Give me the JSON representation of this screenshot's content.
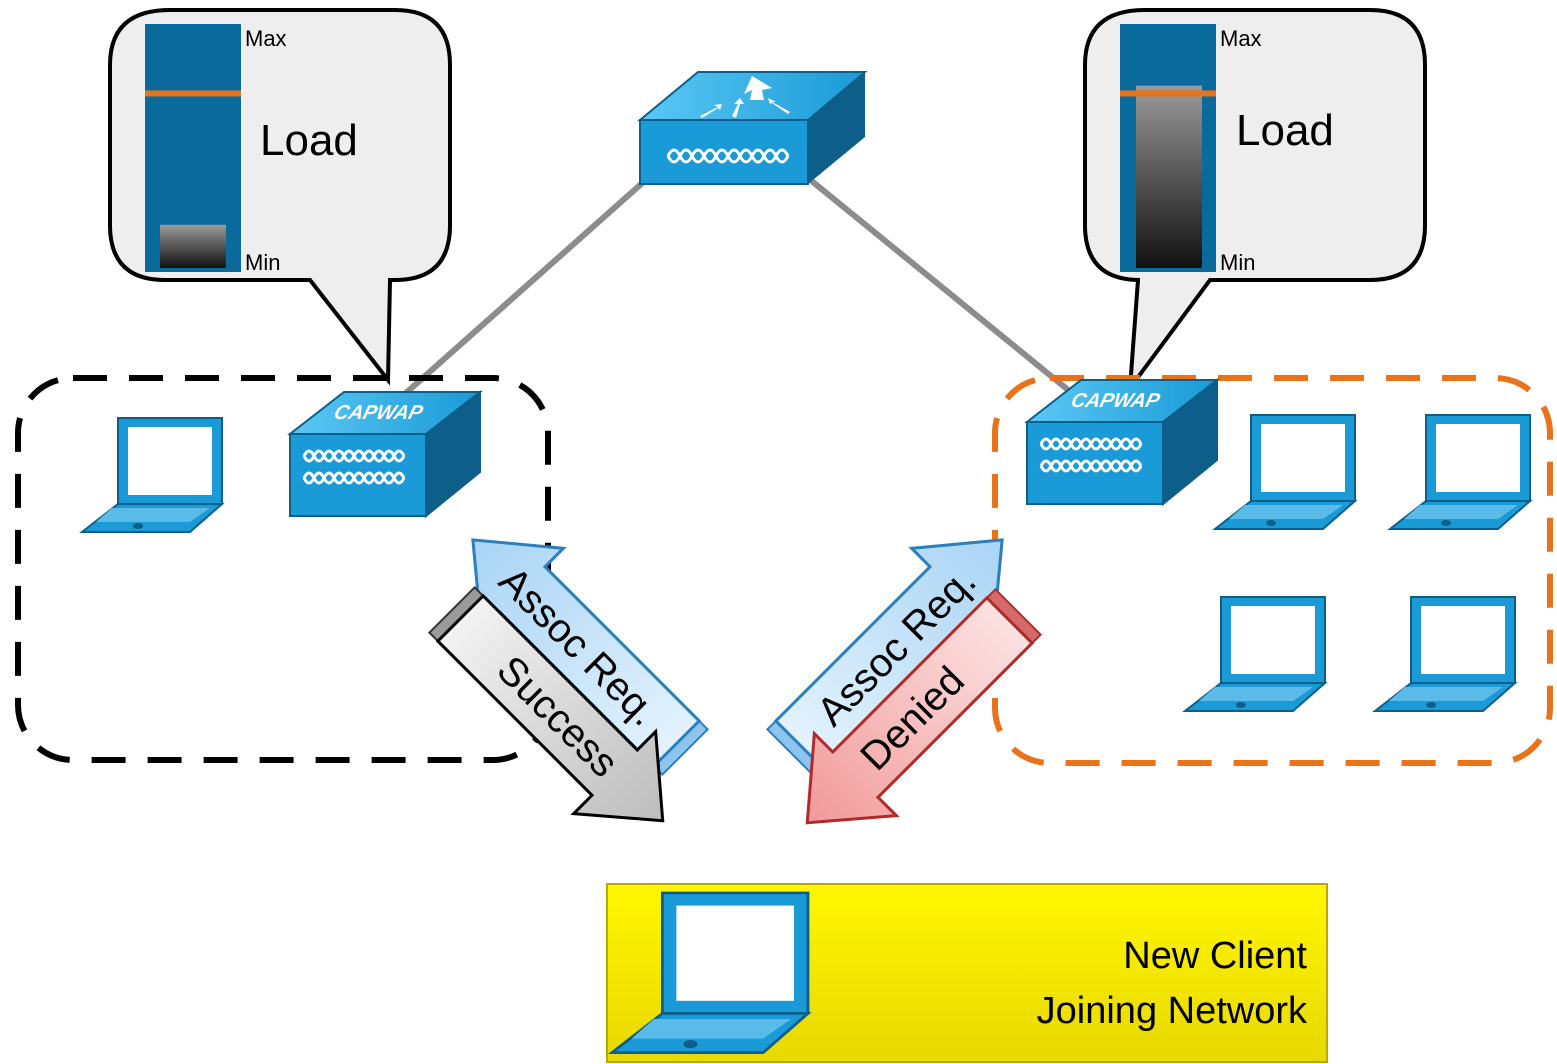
{
  "diagram": {
    "left_callout": {
      "max": "Max",
      "min": "Min",
      "title": "Load",
      "load_level": 0.18,
      "threshold_level": 0.72
    },
    "right_callout": {
      "max": "Max",
      "min": "Min",
      "title": "Load",
      "load_level": 0.76,
      "threshold_level": 0.72
    },
    "left_ap_label": "CAPWAP",
    "right_ap_label": "CAPWAP",
    "arrows": {
      "left_request": "Assoc Req.",
      "left_response": "Success",
      "right_request": "Assoc Req.",
      "right_response": "Denied"
    },
    "client_box": {
      "line1": "New Client",
      "line2": "Joining Network"
    },
    "colors": {
      "left_group_border": "#000000",
      "right_group_border": "#e8731a",
      "device_blue": "#1a9ad6",
      "threshold": "#e8731a",
      "client_fill": "#f5e600",
      "denied_arrow": "#f4a6a6",
      "success_arrow": "#d4d4d4",
      "request_arrow": "#b8dcf7"
    }
  }
}
